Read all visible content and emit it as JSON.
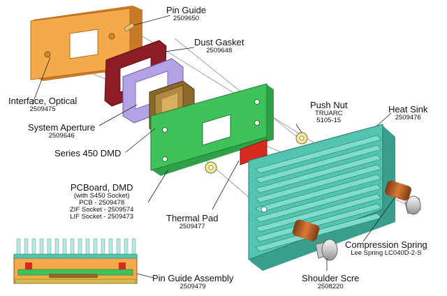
{
  "labels": {
    "pin_guide": {
      "title": "Pin Guide",
      "part": "2509650"
    },
    "dust_gasket": {
      "title": "Dust Gasket",
      "part": "2509648"
    },
    "interface_optical": {
      "title": "Interface, Optical",
      "part": "2509475"
    },
    "system_aperture": {
      "title": "System Aperture",
      "part": "2509646"
    },
    "series_450_dmd": {
      "title": "Series 450 DMD"
    },
    "push_nut": {
      "title": "Push Nut",
      "line1": "TRUARC",
      "line2": "5105-15"
    },
    "heat_sink": {
      "title": "Heat Sink",
      "part": "2509476"
    },
    "pcboard_dmd": {
      "title": "PCBoard, DMD",
      "line1": "(with S450 Socket)",
      "line2": "PCB - 2509478",
      "line3": "ZIF Socket - 2509574",
      "line4": "LIF Socket - 2509473"
    },
    "thermal_pad": {
      "title": "Thermal Pad",
      "part": "2509477"
    },
    "compression_spring": {
      "title": "Compression Spring",
      "part": "Lee Spring LC040D-2-S"
    },
    "pin_guide_assembly": {
      "title": "Pin Guide Assembly",
      "part": "2509479"
    },
    "shoulder_screw": {
      "title": "Shoulder Scre",
      "part": "2508220"
    }
  },
  "colors": {
    "interface_plate": "#f4a94a",
    "dust_gasket": "#8c1c25",
    "system_aperture": "#b3a3e6",
    "dmd": "#8a6a2a",
    "pcb": "#3fc25a",
    "thermal_pad": "#d82b20",
    "heat_sink": "#52c4b0",
    "spring": "#c2662a",
    "screw": "#d8d8d8"
  }
}
